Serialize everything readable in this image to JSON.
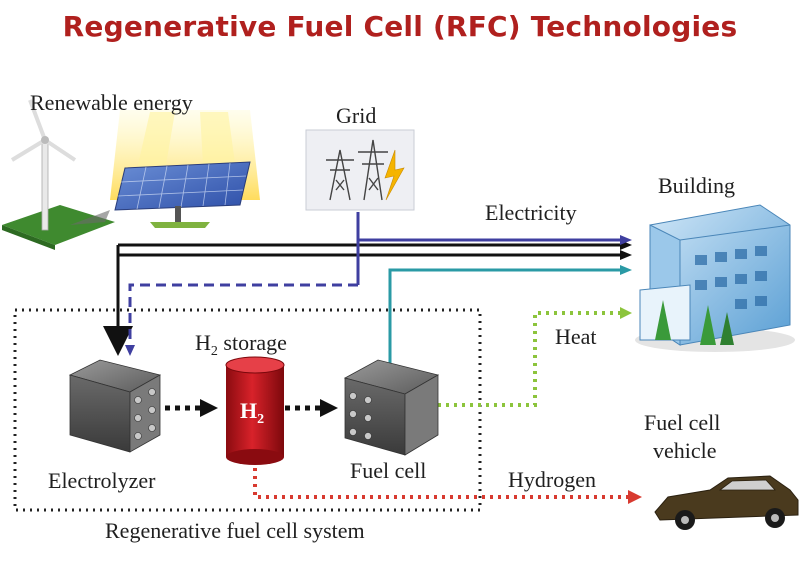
{
  "title": "Regenerative Fuel Cell (RFC) Technologies",
  "labels": {
    "renewable_energy": "Renewable energy",
    "grid": "Grid",
    "building": "Building",
    "electricity": "Electricity",
    "heat": "Heat",
    "h2_storage_prefix": "H",
    "h2_storage_sub": "2",
    "h2_storage_suffix": " storage",
    "h2_tank_main": "H",
    "h2_tank_sub": "2",
    "electrolyzer": "Electrolyzer",
    "fuel_cell": "Fuel cell",
    "hydrogen": "Hydrogen",
    "fuel_cell_vehicle_line1": "Fuel cell",
    "fuel_cell_vehicle_line2": "vehicle",
    "system": "Regenerative fuel cell system"
  },
  "colors": {
    "title": "#b0201e",
    "electricity_line": "#3f3fa0",
    "black_line": "#111111",
    "fuel_cell_line": "#2a9aa5",
    "heat_line": "#8cc43c",
    "hydrogen_line": "#d83a30",
    "tank": "#c0141a"
  }
}
